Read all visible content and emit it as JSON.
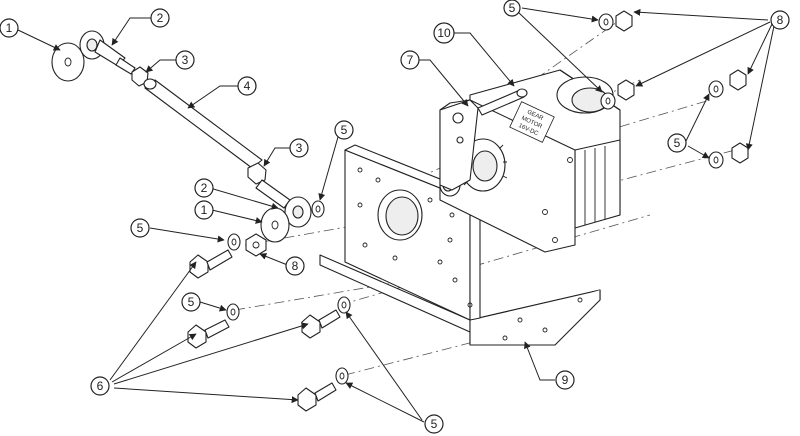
{
  "motor_label": {
    "line1": "GEAR",
    "line2": "MOTOR",
    "line3": "16V-DC"
  },
  "balloons": [
    {
      "id": "b1a",
      "label": "1"
    },
    {
      "id": "b2a",
      "label": "2"
    },
    {
      "id": "b3a",
      "label": "3"
    },
    {
      "id": "b4",
      "label": "4"
    },
    {
      "id": "b3b",
      "label": "3"
    },
    {
      "id": "b5a",
      "label": "5"
    },
    {
      "id": "b2b",
      "label": "2"
    },
    {
      "id": "b1b",
      "label": "1"
    },
    {
      "id": "b5b",
      "label": "5"
    },
    {
      "id": "b8a",
      "label": "8"
    },
    {
      "id": "b10",
      "label": "10"
    },
    {
      "id": "b7",
      "label": "7"
    },
    {
      "id": "b5c",
      "label": "5"
    },
    {
      "id": "b8b",
      "label": "8"
    },
    {
      "id": "b5d",
      "label": "5"
    },
    {
      "id": "b5e",
      "label": "5"
    },
    {
      "id": "b6",
      "label": "6"
    },
    {
      "id": "b9",
      "label": "9"
    },
    {
      "id": "b5f",
      "label": "5"
    }
  ]
}
